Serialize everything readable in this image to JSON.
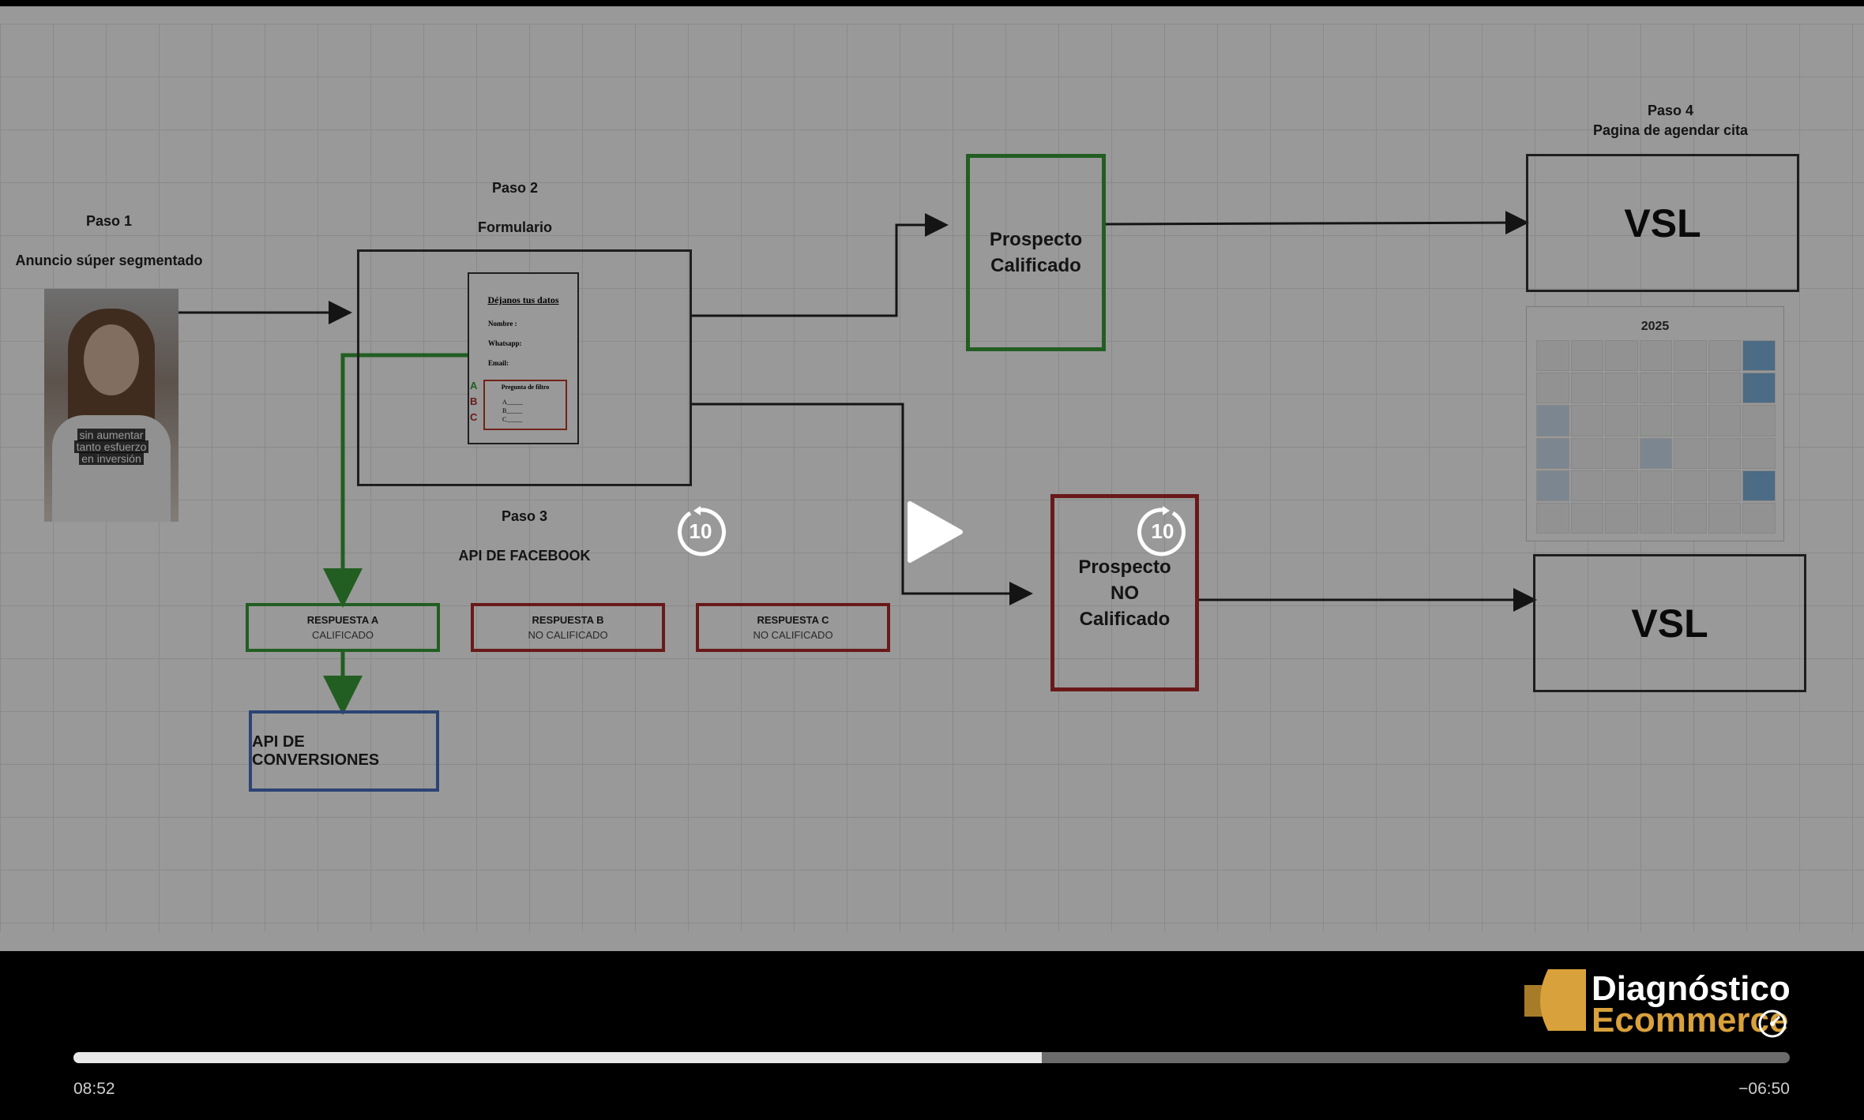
{
  "diagram": {
    "paso1": {
      "title": "Paso 1",
      "subtitle": "Anuncio súper segmentado",
      "caption": [
        "sin aumentar",
        "tanto esfuerzo",
        "en inversión"
      ]
    },
    "paso2": {
      "title": "Paso 2",
      "subtitle": "Formulario"
    },
    "form": {
      "title": "Déjanos tus datos",
      "fields": [
        "Nombre :",
        "Whatsapp:",
        "Email:"
      ],
      "question_title": "Pregunta de filtro",
      "options": [
        "A_____",
        "B_____",
        "C_____"
      ],
      "letters": [
        "A",
        "B",
        "C"
      ]
    },
    "paso3": {
      "title": "Paso 3",
      "subtitle": "API DE FACEBOOK"
    },
    "respuestas": [
      {
        "title": "RESPUESTA A",
        "status": "CALIFICADO",
        "color": "#3a9d3a"
      },
      {
        "title": "RESPUESTA B",
        "status": "NO CALIFICADO",
        "color": "#b02a2a"
      },
      {
        "title": "RESPUESTA C",
        "status": "NO CALIFICADO",
        "color": "#b02a2a"
      }
    ],
    "api_conversiones": "API DE CONVERSIONES",
    "prospecto_calificado": [
      "Prospecto",
      "Calificado"
    ],
    "prospecto_no_calificado": [
      "Prospecto",
      "NO",
      "Calificado"
    ],
    "paso4": {
      "title": "Paso 4",
      "subtitle": "Pagina de agendar cita"
    },
    "vsl_top": "VSL",
    "vsl_bottom": "VSL",
    "calendar_year": "2025"
  },
  "player": {
    "skip_back_label": "10",
    "skip_forward_label": "10",
    "elapsed": "08:52",
    "remaining": "−06:50",
    "progress_fraction": 0.564
  },
  "logo": {
    "line1": "Diagnóstico",
    "line2": "Ecommerce"
  },
  "colors": {
    "green": "#3a9d3a",
    "red": "#b02a2a",
    "blue": "#4a72c4",
    "accent": "#d9a13b"
  }
}
